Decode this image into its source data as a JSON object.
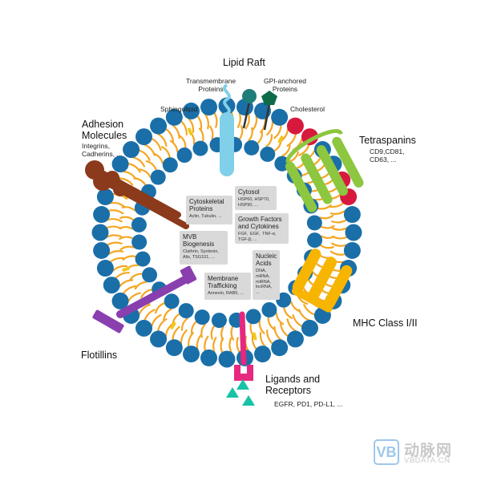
{
  "labels": {
    "lipid_raft": "Lipid Raft",
    "transmembrane_proteins": "Transmembrane\nProteins",
    "gpi_anchored_proteins": "GPI-anchored\nProteins",
    "sphingolipid": "Sphingolipid",
    "cholesterol": "Cholesterol",
    "adhesion_molecules": "Adhesion\nMolecules",
    "adhesion_examples": "Integrins,\nCadherins, ...",
    "tetraspanins": "Tetraspanins",
    "tetraspanins_examples": "CD9,CD81,\nCD63, ...",
    "mhc": "MHC Class I/II",
    "flotillins": "Flotillins",
    "ligands_receptors": "Ligands and\nReceptors",
    "ligands_examples": "EGFR, PD1, PD-L1, ..."
  },
  "boxes": {
    "cytoskeletal": {
      "title": "Cytoskeletal\nProteins",
      "sub": "Actin, Tubulin, ..."
    },
    "cytosol": {
      "title": "Cytosol",
      "sub": "HSP60, HSP70,\nHSP90, ..."
    },
    "growth": {
      "title": "Growth Factors\nand Cytokines",
      "sub": "FGF,  EGF,  TNF-α,\nTGF-β, ..."
    },
    "mvb": {
      "title": "MVB\nBiogenesis",
      "sub": "Clathrin, Syntenin,\nAlix, TSG101, ..."
    },
    "nucleic": {
      "title": "Nucleic\nAcids",
      "sub": "DNA,\nmRNA,\nmiRNA,\nlncRNA,\n..."
    },
    "membrane": {
      "title": "Membrane\nTrafficking",
      "sub": "Annexin, RAB5, ..."
    }
  },
  "watermark": {
    "logo": "VB",
    "cn": "动脉网",
    "en": "VBDATA.CN"
  },
  "colors": {
    "head_blue": "#1a6fa8",
    "lipid_orange": "#f5a623",
    "sphingolipid_red": "#d7193e",
    "cholesterol_yellow": "#f3c81c",
    "transmembrane_cyan": "#7fd0e8",
    "gpi_teal": "#1f7d7a",
    "gpi_green": "#0d6b48",
    "adhesion_brown": "#8b3a1c",
    "tetraspanin_green": "#8dc63f",
    "mhc_yellow": "#f7b500",
    "flotillin_purple": "#8a3fae",
    "ligand_pink": "#e6287f",
    "ligand_teal": "#18c2a6"
  }
}
